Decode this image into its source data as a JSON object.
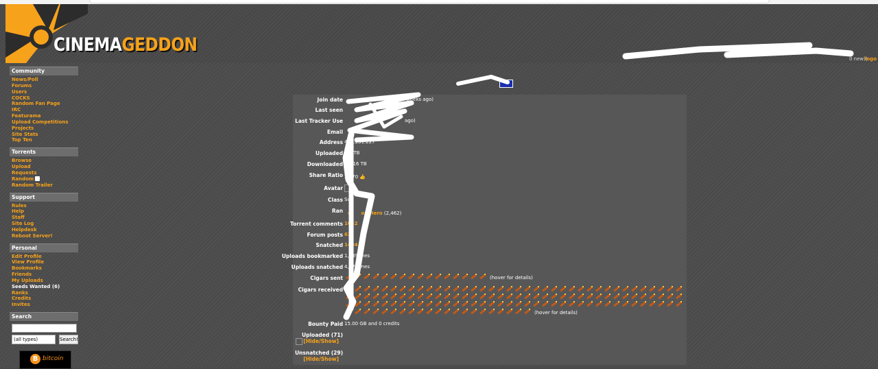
{
  "brand": {
    "name_part1": "CINEMA",
    "name_part2": "GEDDON"
  },
  "userbar": {
    "message": "0 new)",
    "logout": "logo"
  },
  "sidebar": [
    {
      "title": "Community",
      "items": [
        "News/Poll",
        "Forums",
        "Users",
        "COCKS",
        "Random Fan Page",
        "IRC",
        "Featurama",
        "Upload Competitions",
        "Projects",
        "Site Stats",
        "Top Ten"
      ]
    },
    {
      "title": "Torrents",
      "items": [
        "Browse",
        "Upload",
        "Requests",
        "Random",
        "Random Trailer"
      ]
    },
    {
      "title": "Support",
      "items": [
        "Rules",
        "Help",
        "Staff",
        "Site Log",
        "Helpdesk",
        "Reboot Server!"
      ]
    },
    {
      "title": "Personal",
      "items": [
        "Edit Profile",
        "View Profile",
        "Bookmarks",
        "Friends",
        "My Uploads",
        "Seeds Wanted (6)",
        "Ranks",
        "Credits",
        "Invites"
      ]
    }
  ],
  "search": {
    "title": "Search",
    "select": "(all types)",
    "button": "Search!"
  },
  "bitcoin": {
    "label": "bitcoin",
    "symbol": "B"
  },
  "profile": {
    "join_date": {
      "label": "Join date",
      "value": "weeks ago)"
    },
    "last_seen": {
      "label": "Last seen",
      "value": ""
    },
    "last_tracker": {
      "label": "Last Tracker Use",
      "value": "ago)"
    },
    "email": {
      "label": "Email",
      "value": ""
    },
    "address": {
      "label": "Address",
      "value": "45.  .231.227"
    },
    "uploaded": {
      "label": "Uploaded",
      "value": "2  7 TB"
    },
    "downloaded": {
      "label": "Downloaded",
      "value": "216 TB"
    },
    "ratio": {
      "label": "Share Ratio",
      "value": "2.070"
    },
    "avatar": {
      "label": "Avatar"
    },
    "class": {
      "label": "Class",
      "value": "Su"
    },
    "rank": {
      "label": "Ran",
      "value": "on Hero",
      "extra": "(2,462)"
    },
    "torrent_comments": {
      "label": "Torrent comments",
      "value": "1042"
    },
    "forum_posts": {
      "label": "Forum posts",
      "value": "62"
    },
    "snatched": {
      "label": "Snatched",
      "value": "1464"
    },
    "uploads_bookmarked": {
      "label": "Uploads bookmarked",
      "value": "1,039   mes"
    },
    "uploads_snatched": {
      "label": "Uploads snatched",
      "value": "4,976   mes"
    },
    "cigars_sent": {
      "label": "Cigars sent",
      "hover": "(hover for details)",
      "count": 16
    },
    "cigars_received": {
      "label": "Cigars received",
      "hover": "(hover for details)",
      "rows": [
        38,
        38,
        38,
        21
      ]
    },
    "bounty": {
      "label": "Bounty Paid",
      "value": "15.00 GB and 0 credits"
    },
    "uploaded_sec": {
      "label": "Uploaded (71)",
      "toggle": "[Hide/Show]"
    },
    "unsnatched_sec": {
      "label": "Unsnatched (29)",
      "toggle": "[Hide/Show]"
    }
  }
}
